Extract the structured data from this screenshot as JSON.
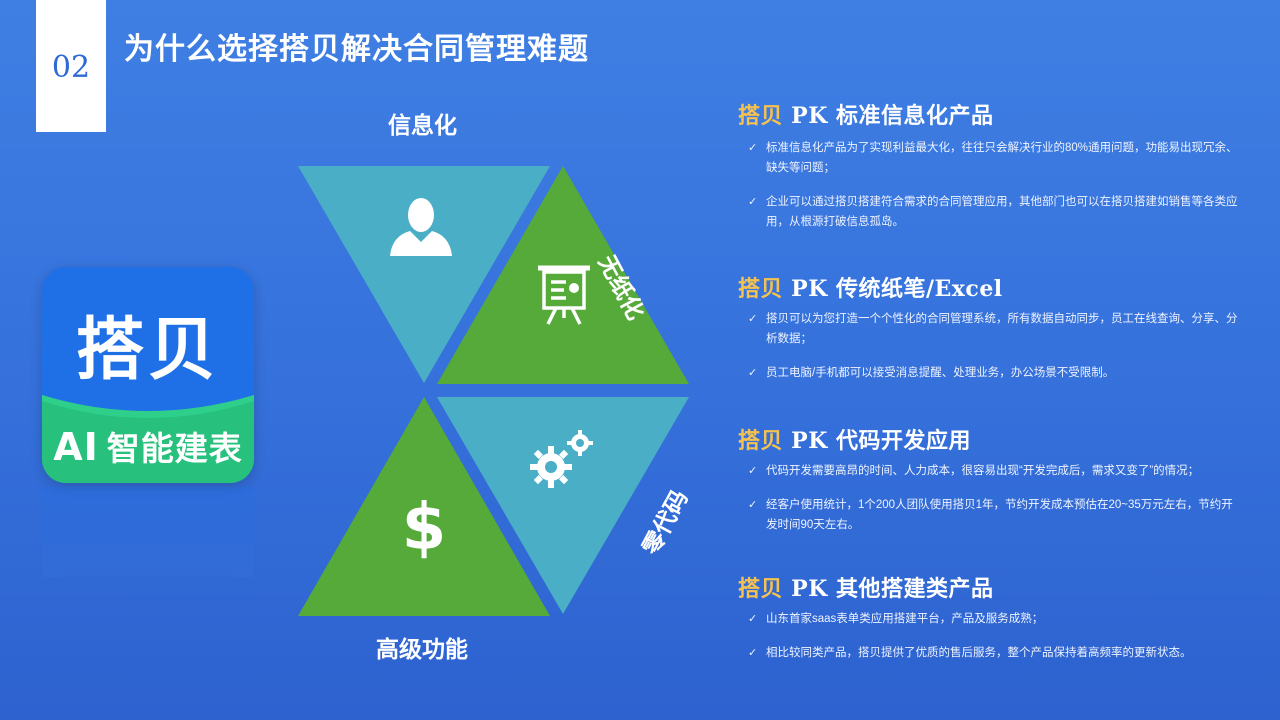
{
  "page": {
    "number": "02",
    "title": "为什么选择搭贝解决合同管理难题"
  },
  "logo": {
    "main_text": "搭贝",
    "ai_text": "AI",
    "sub_text": "智能建表"
  },
  "diagram": {
    "label_top": "信息化",
    "label_right_upper": "无纸化",
    "label_right_lower": "零代码",
    "label_bottom": "高级功能",
    "icons": [
      "user-icon",
      "presentation-board-icon",
      "gears-icon",
      "dollar-icon"
    ],
    "colors": {
      "teal": "#4aaec6",
      "green": "#55aa3a"
    }
  },
  "sections": [
    {
      "brand": "搭贝",
      "rest": " PK 标准信息化产品",
      "items": [
        "标准信息化产品为了实现利益最大化，往往只会解决行业的80%通用问题，功能易出现冗余、缺失等问题；",
        "企业可以通过搭贝搭建符合需求的合同管理应用，其他部门也可以在搭贝搭建如销售等各类应用，从根源打破信息孤岛。"
      ]
    },
    {
      "brand": "搭贝",
      "rest": " PK 传统纸笔/Excel",
      "items": [
        "搭贝可以为您打造一个个性化的合同管理系统，所有数据自动同步，员工在线查询、分享、分析数据；",
        "员工电脑/手机都可以接受消息提醒、处理业务，办公场景不受限制。"
      ]
    },
    {
      "brand": "搭贝",
      "rest": " PK 代码开发应用",
      "items": [
        "代码开发需要高昂的时间、人力成本，很容易出现“开发完成后，需求又变了”的情况；",
        "经客户使用统计，1个200人团队使用搭贝1年，节约开发成本预估在20~35万元左右，节约开发时间90天左右。"
      ]
    },
    {
      "brand": "搭贝",
      "rest": " PK 其他搭建类产品",
      "items": [
        "山东首家saas表单类应用搭建平台，产品及服务成熟；",
        "相比较同类产品，搭贝提供了优质的售后服务，整个产品保持着高频率的更新状态。"
      ]
    }
  ],
  "check_glyph": "✓",
  "accent_color": "#f5c250"
}
